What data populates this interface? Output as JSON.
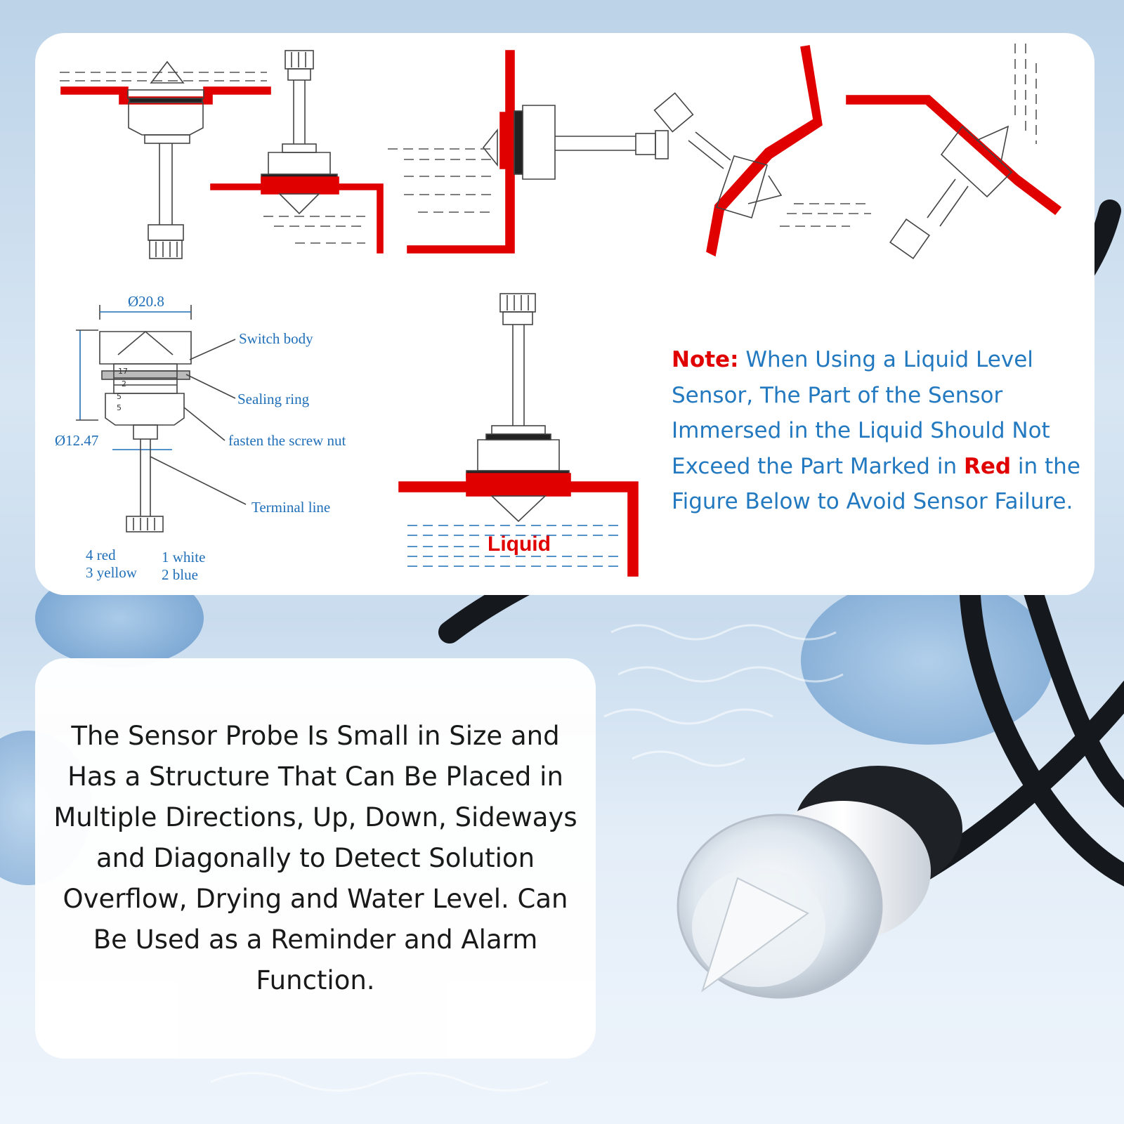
{
  "diagram": {
    "dimensions": {
      "diameter_top": "Ø20.8",
      "diameter_bottom": "Ø12.47",
      "dim_17": "17",
      "dim_2": "2",
      "dim_5a": "5",
      "dim_5b": "5"
    },
    "callouts": {
      "switch_body": "Switch body",
      "sealing_ring": "Sealing ring",
      "screw_nut": "fasten the screw nut",
      "terminal_line": "Terminal line"
    },
    "wires": {
      "red": "4 red",
      "yellow": "3 yellow",
      "white": "1 white",
      "blue": "2 blue"
    },
    "liquid_label": "Liquid"
  },
  "note": {
    "prefix": "Note:",
    "part1": "When Using a Liquid Level Sensor, The Part of the Sensor Immersed in the Liquid Should Not Exceed the Part Marked in",
    "red_word": "Red",
    "part2": "in the Figure Below to Avoid Sensor Failure."
  },
  "description": "The Sensor Probe Is Small in Size and Has a Structure That Can Be Placed in Multiple Directions, Up, Down, Sideways and Diagonally to Detect Solution Overflow, Drying and Water Level. Can Be Used as a Reminder and Alarm Function.",
  "colors": {
    "mark_red": "#e00000",
    "label_blue": "#1f6fb8",
    "note_blue": "#2379c0"
  }
}
